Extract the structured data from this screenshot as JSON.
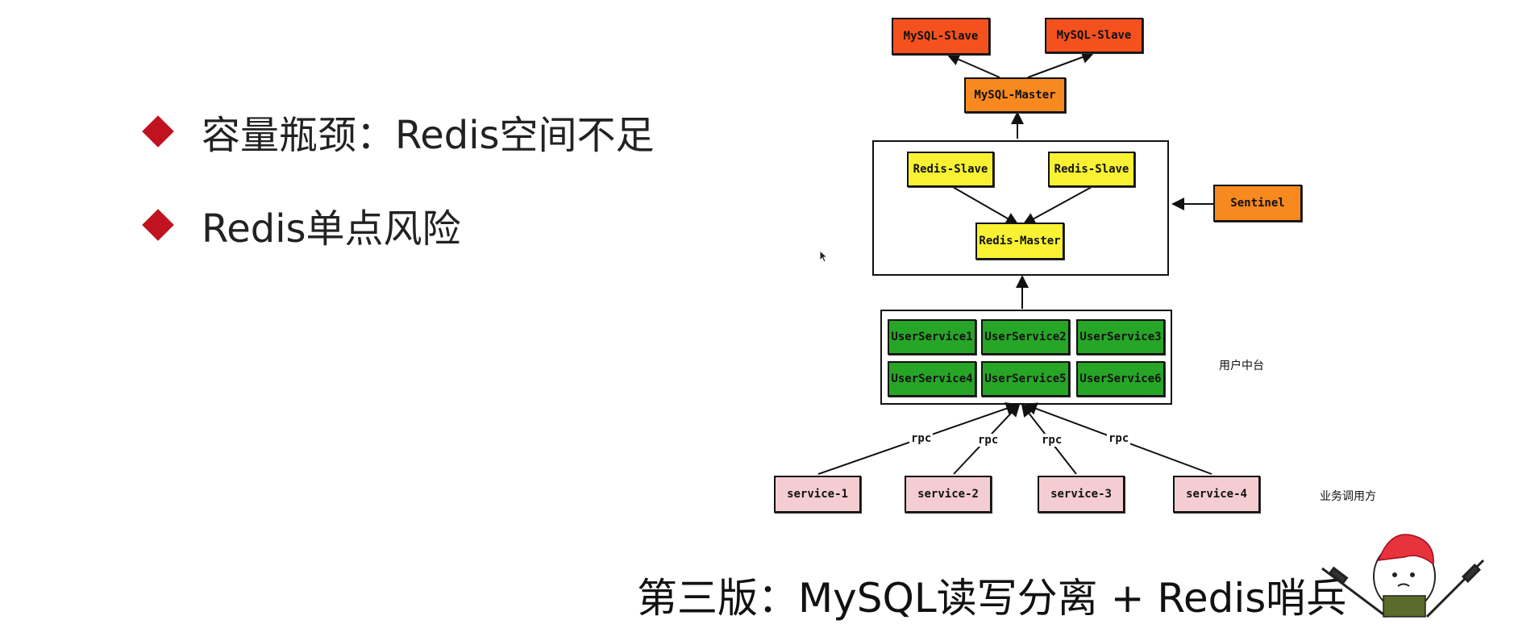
{
  "slide": {
    "bullets": [
      "容量瓶颈：Redis空间不足",
      "Redis单点风险"
    ],
    "caption": "第三版：MySQL读写分离 + Redis哨兵"
  },
  "diagram": {
    "mysql_slaves": [
      "MySQL-Slave",
      "MySQL-Slave"
    ],
    "mysql_master": "MySQL-Master",
    "redis_slaves": [
      "Redis-Slave",
      "Redis-Slave"
    ],
    "redis_master": "Redis-Master",
    "sentinel": "Sentinel",
    "user_services": [
      "UserService1",
      "UserService2",
      "UserService3",
      "UserService4",
      "UserService5",
      "UserService6"
    ],
    "user_center_label": "用户中台",
    "rpc_label": "rpc",
    "services": [
      "service-1",
      "service-2",
      "service-3",
      "service-4"
    ],
    "caller_label": "业务调用方"
  },
  "colors": {
    "bullet": "#c1121f",
    "mysql_slave": "#f4511e",
    "mysql_master": "#f7891f",
    "redis": "#f8f233",
    "sentinel": "#f7891f",
    "user_service": "#27a527",
    "service": "#f3cdd1"
  }
}
